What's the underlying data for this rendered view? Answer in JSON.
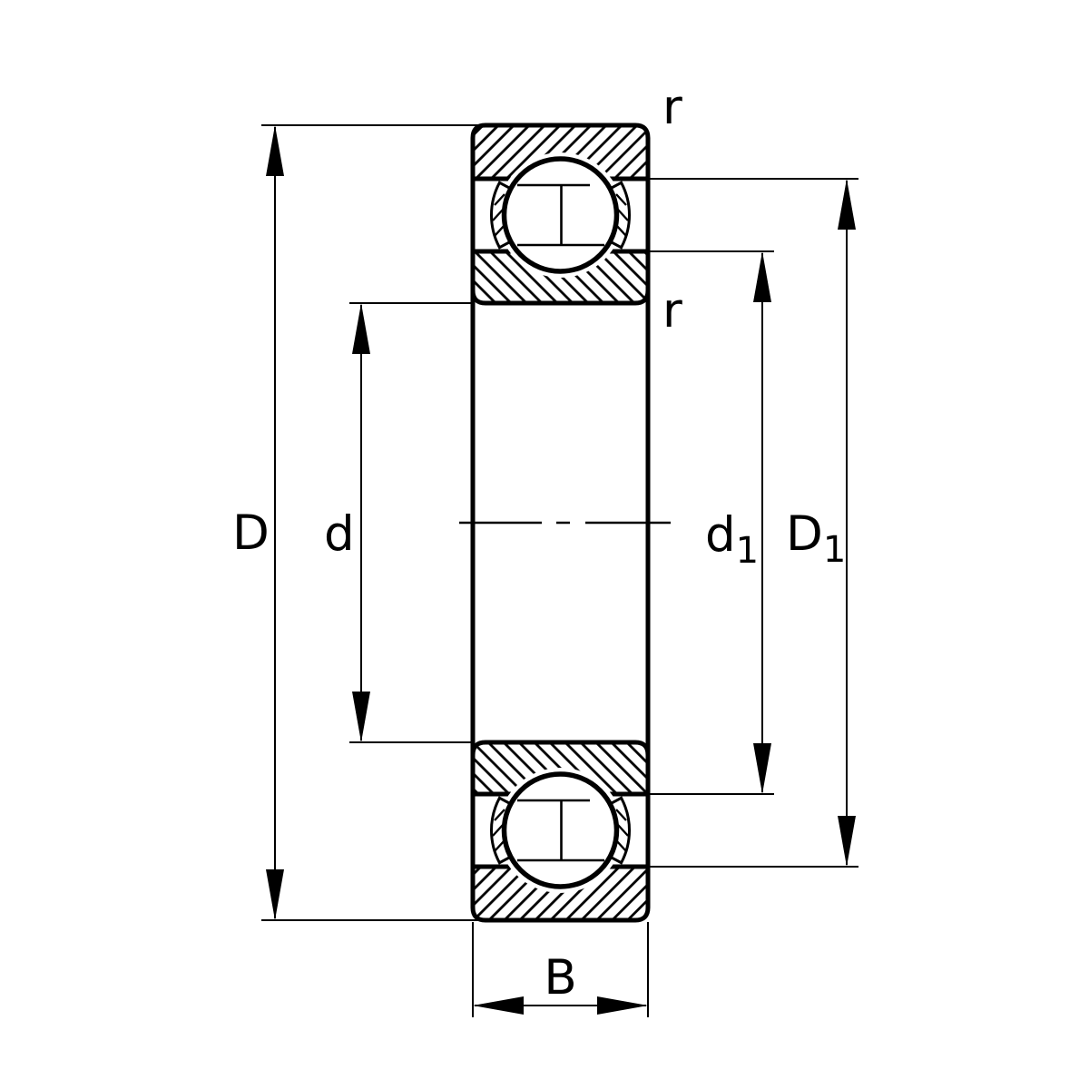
{
  "figure": {
    "type": "bearing-cross-section-dimension-drawing",
    "subject": "deep groove ball bearing"
  },
  "colors": {
    "ink": "#000000",
    "background": "#ffffff"
  },
  "labels": {
    "outer_diameter": "D",
    "bore_diameter": "d",
    "inner_shoulder_diameter": {
      "base": "d",
      "sub": "1"
    },
    "outer_shoulder_diameter": {
      "base": "D",
      "sub": "1"
    },
    "width": "B",
    "chamfer_top": "r",
    "chamfer_inner": "r"
  }
}
